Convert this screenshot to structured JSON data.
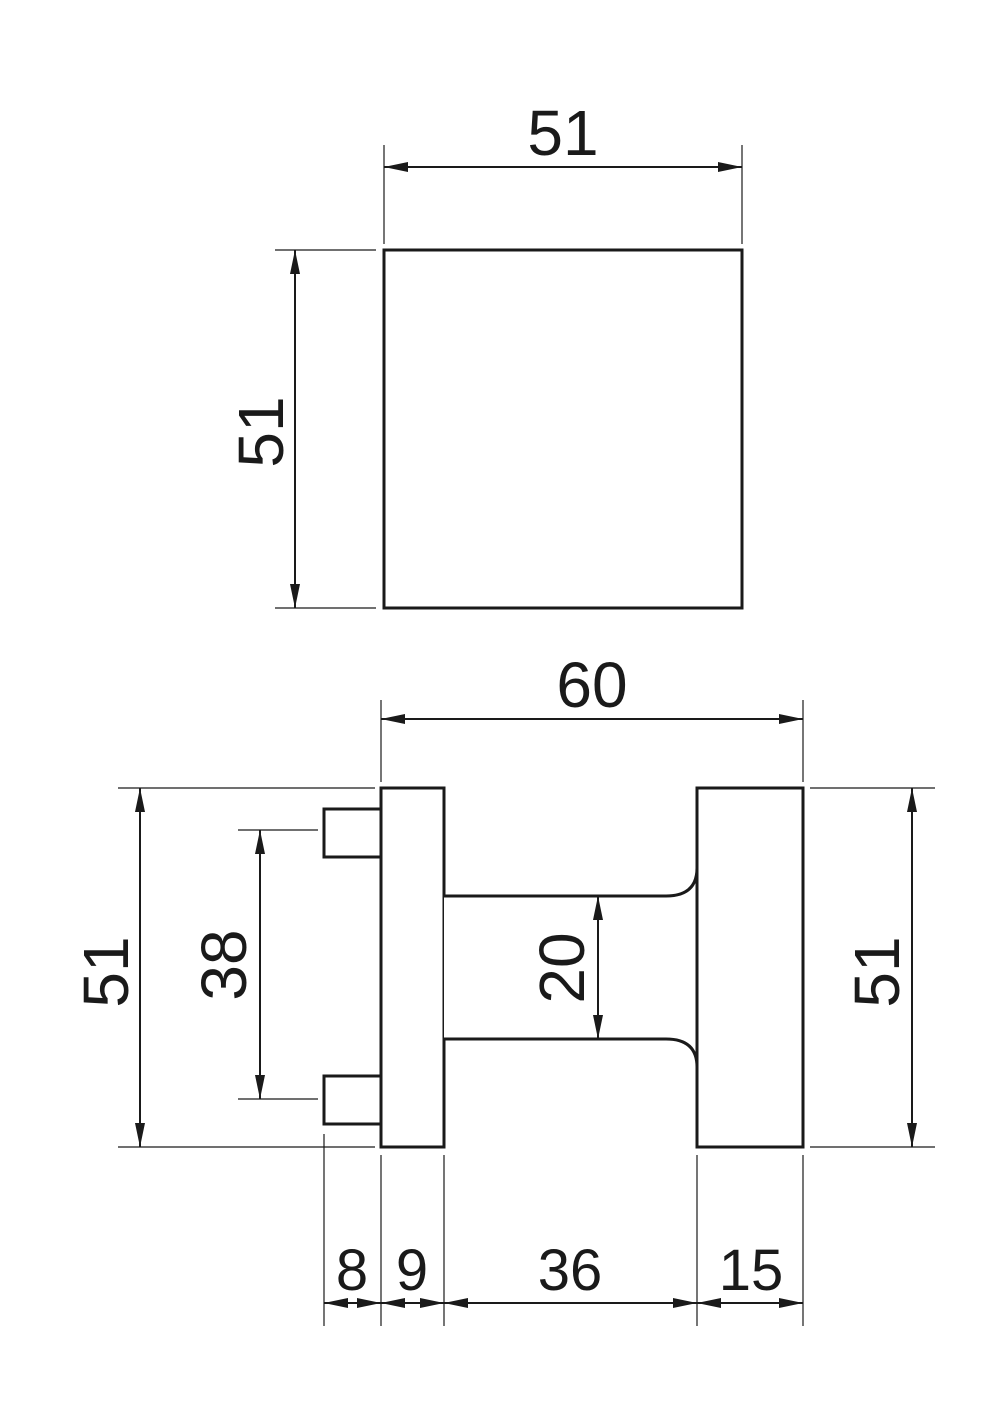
{
  "drawing": {
    "line_color": "#1a1a1a",
    "background": "#ffffff",
    "front_view": {
      "width_label": "51",
      "height_label": "51"
    },
    "side_view": {
      "overall_length_label": "60",
      "left_height_label": "51",
      "right_height_label": "51",
      "pin_spacing_label": "38",
      "neck_diameter_label": "20",
      "pin_length_label": "8",
      "rose_thickness_label": "9",
      "neck_length_label": "36",
      "knob_thickness_label": "15"
    }
  }
}
